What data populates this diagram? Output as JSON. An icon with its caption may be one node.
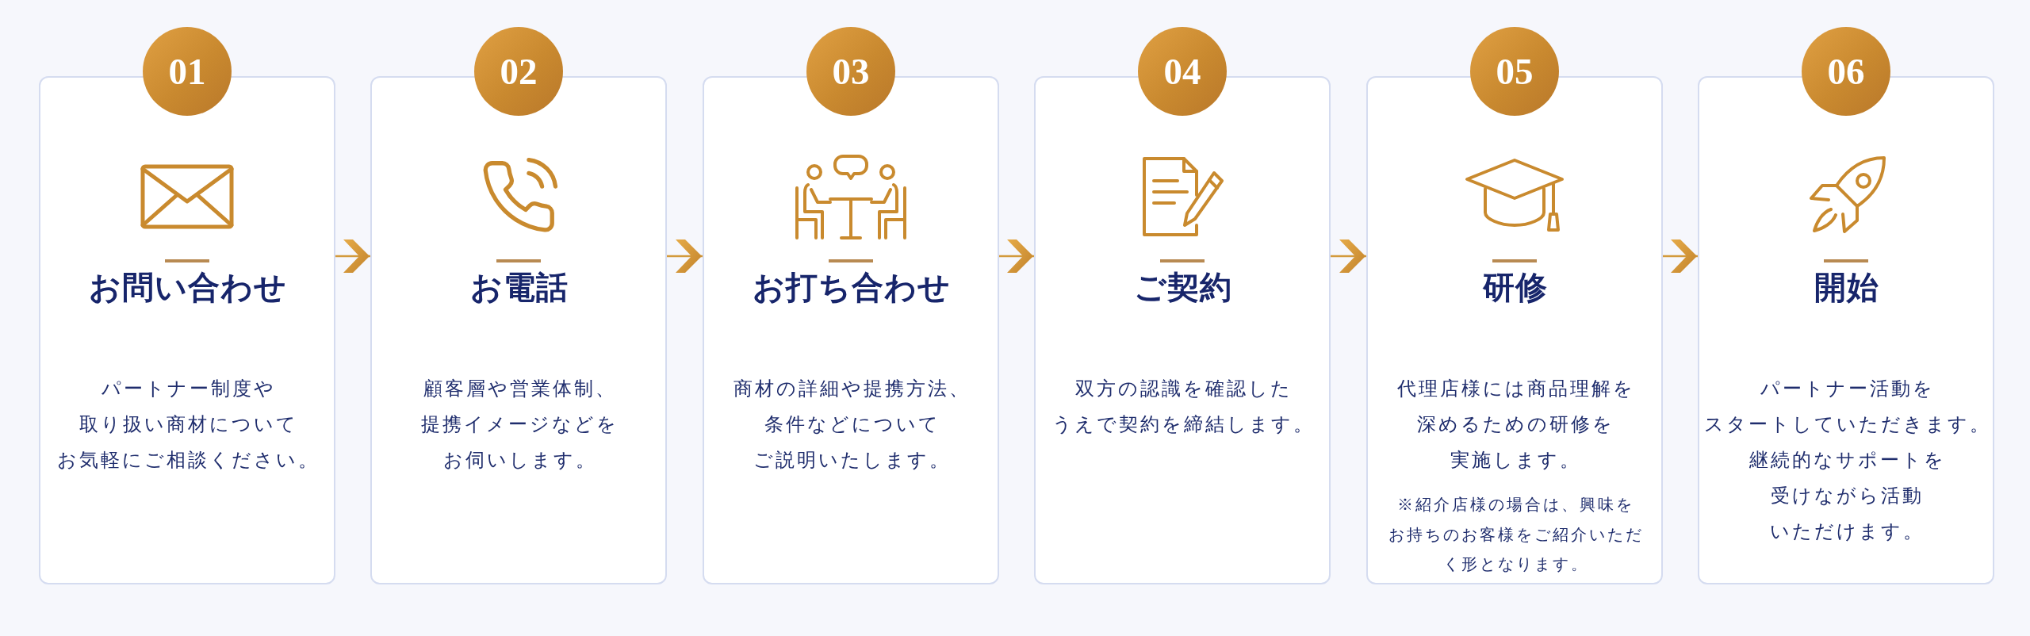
{
  "diagram": {
    "nodes": [
      {
        "text": [
          "01"
        ]
      },
      {
        "text": [
          "お問い合わせ",
          "パートナー制度や取り扱い商材についてお気軽にご相談ください。"
        ]
      },
      {
        "text": [
          "02"
        ]
      },
      {
        "text": [
          "お電話",
          "顧客層や営業体制、提携イメージなどをお伺いします。"
        ]
      },
      {
        "text": [
          "03"
        ]
      },
      {
        "text": [
          "お打ち合わせ",
          "商材の詳細や提携方法、条件などについてご説明いたします。"
        ]
      },
      {
        "text": [
          "04"
        ]
      },
      {
        "text": [
          "ご契約",
          "双方の認識を確認したうえで契約を締結します。"
        ]
      },
      {
        "text": [
          "05"
        ]
      },
      {
        "text": [
          "研修",
          "代理店様には商品理解を深めるための研修を実施します。",
          "※紹介店様の場合は、興味をお持ちのお客様をご紹介いただく形となります。"
        ]
      },
      {
        "text": [
          "06"
        ]
      },
      {
        "text": [
          "開始",
          "パートナー活動をスタートしていただきます。継続的なサポートを受けながら活動いただけます。"
        ]
      }
    ],
    "edges": [
      {
        "from": 1,
        "to": 3,
        "arrow": "to"
      },
      {
        "from": 3,
        "to": 5,
        "arrow": "to"
      },
      {
        "from": 5,
        "to": 7,
        "arrow": "to"
      },
      {
        "from": 7,
        "to": 9,
        "arrow": "to"
      },
      {
        "from": 9,
        "to": 11,
        "arrow": "to"
      }
    ]
  }
}
